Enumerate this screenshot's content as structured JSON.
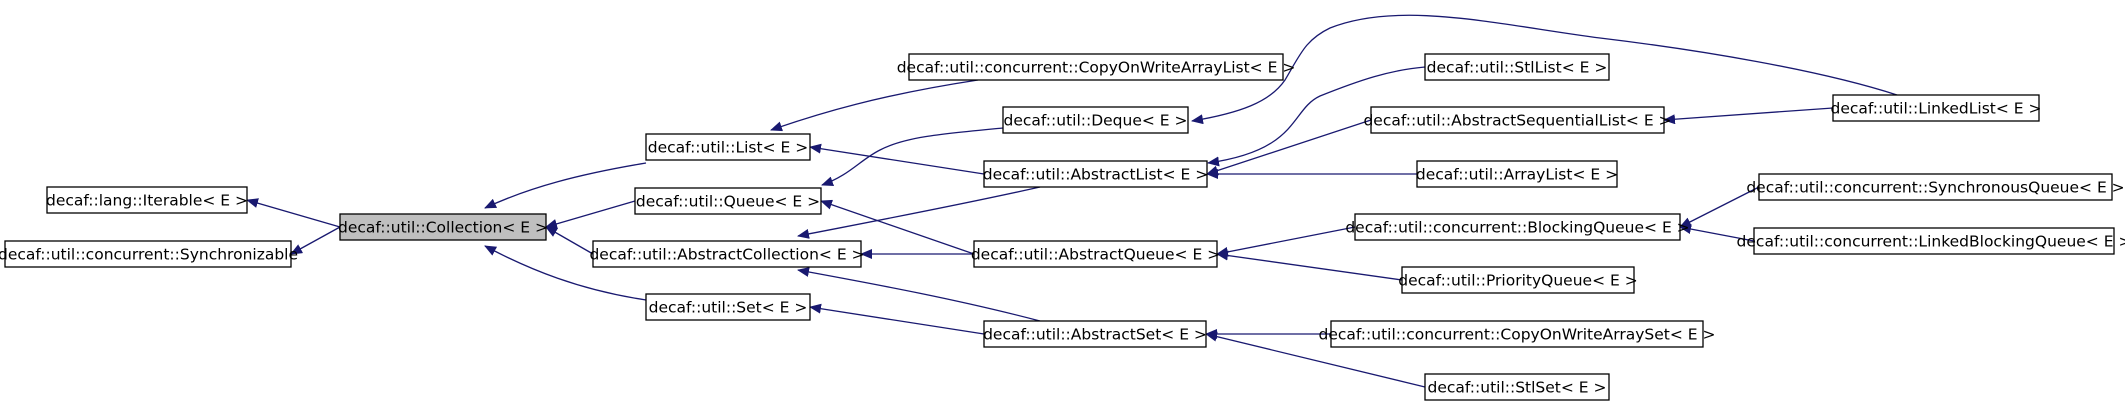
{
  "colors": {
    "edge": "#191970",
    "node_fill": "#ffffff",
    "focus_fill": "#bfbfbf",
    "border": "#000000"
  },
  "nodes": {
    "iterable": "decaf::lang::Iterable< E >",
    "synchronizable": "decaf::util::concurrent::Synchronizable",
    "collection": "decaf::util::Collection< E >",
    "list": "decaf::util::List< E >",
    "queue": "decaf::util::Queue< E >",
    "abstract_collection": "decaf::util::AbstractCollection< E >",
    "set": "decaf::util::Set< E >",
    "cow_array_list": "decaf::util::concurrent::CopyOnWriteArrayList< E >",
    "deque": "decaf::util::Deque< E >",
    "abstract_list": "decaf::util::AbstractList< E >",
    "abstract_queue": "decaf::util::AbstractQueue< E >",
    "abstract_set": "decaf::util::AbstractSet< E >",
    "stl_list": "decaf::util::StlList< E >",
    "abstract_sequential_list": "decaf::util::AbstractSequentialList< E >",
    "array_list": "decaf::util::ArrayList< E >",
    "blocking_queue": "decaf::util::concurrent::BlockingQueue< E >",
    "priority_queue": "decaf::util::PriorityQueue< E >",
    "cow_array_set": "decaf::util::concurrent::CopyOnWriteArraySet< E >",
    "stl_set": "decaf::util::StlSet< E >",
    "linked_list": "decaf::util::LinkedList< E >",
    "synchronous_queue": "decaf::util::concurrent::SynchronousQueue< E >",
    "linked_blocking_queue": "decaf::util::concurrent::LinkedBlockingQueue< E >"
  },
  "edges": [
    [
      "collection",
      "iterable"
    ],
    [
      "collection",
      "synchronizable"
    ],
    [
      "list",
      "collection"
    ],
    [
      "queue",
      "collection"
    ],
    [
      "abstract_collection",
      "collection"
    ],
    [
      "set",
      "collection"
    ],
    [
      "cow_array_list",
      "list"
    ],
    [
      "abstract_list",
      "list"
    ],
    [
      "deque",
      "queue"
    ],
    [
      "abstract_queue",
      "queue"
    ],
    [
      "abstract_list",
      "abstract_collection"
    ],
    [
      "abstract_queue",
      "abstract_collection"
    ],
    [
      "abstract_set",
      "abstract_collection"
    ],
    [
      "abstract_set",
      "set"
    ],
    [
      "linked_list",
      "deque"
    ],
    [
      "stl_list",
      "abstract_list"
    ],
    [
      "abstract_sequential_list",
      "abstract_list"
    ],
    [
      "array_list",
      "abstract_list"
    ],
    [
      "linked_list",
      "abstract_sequential_list"
    ],
    [
      "blocking_queue",
      "abstract_queue"
    ],
    [
      "priority_queue",
      "abstract_queue"
    ],
    [
      "synchronous_queue",
      "blocking_queue"
    ],
    [
      "linked_blocking_queue",
      "blocking_queue"
    ],
    [
      "cow_array_set",
      "abstract_set"
    ],
    [
      "stl_set",
      "abstract_set"
    ]
  ]
}
